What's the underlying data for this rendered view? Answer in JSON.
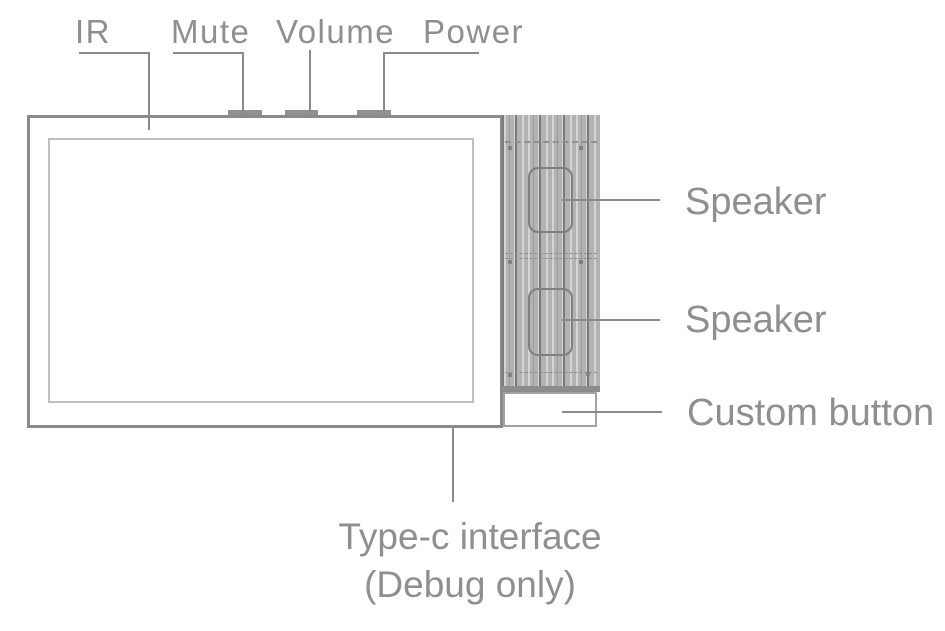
{
  "labels": {
    "ir": "IR",
    "mute": "Mute",
    "volume": "Volume",
    "power": "Power",
    "speaker_top": "Speaker",
    "speaker_bottom": "Speaker",
    "custom_button": "Custom button",
    "type_c_line1": "Type-c interface",
    "type_c_line2": "(Debug only)"
  },
  "colors": {
    "background": "#ffffff",
    "line_gray": "#8a8a8a",
    "text_gray": "#8f8f8f",
    "frame_border": "#8a8a8a",
    "screen_border": "#bfbfbf",
    "panel_base": "#b3b3b3",
    "panel_light": "#d4d4d4",
    "panel_mid": "#9c9c9c",
    "panel_dark": "#7a7a7a",
    "panel_seam": "#8f8f8f",
    "panel_band": "#8d8d8d",
    "speaker_outline": "#7f7f7f",
    "top_button": "#919191",
    "custom_border": "#a3a3a3",
    "screw": "#808080"
  }
}
